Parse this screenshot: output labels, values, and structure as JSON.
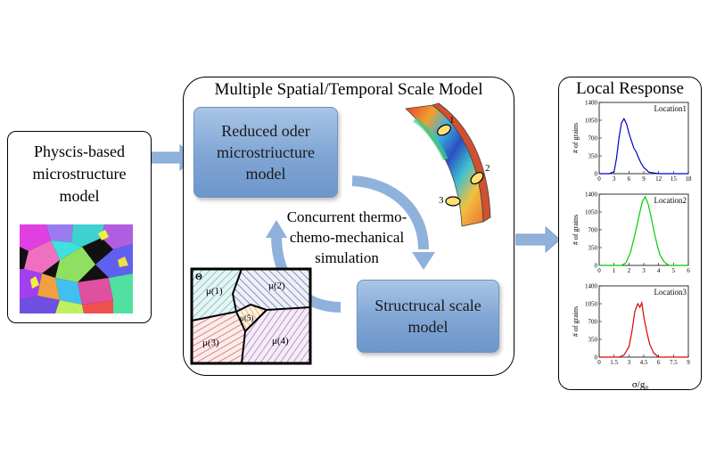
{
  "left": {
    "title_lines": [
      "Physcis-based",
      "microstructure",
      "model"
    ]
  },
  "middle": {
    "title": "Multiple Spatial/Temporal Scale Model",
    "reduced_box_lines": [
      "Reduced oder",
      "microstriucture",
      "model"
    ],
    "structural_box_lines": [
      "Structrucal scale",
      "model"
    ],
    "center_lines": [
      "Concurrent thermo-",
      "chemo-mechanical",
      "simulation"
    ],
    "grain_labels": [
      "Θ",
      "μ(1)",
      "μ(2)",
      "μ(3)",
      "μ(4)",
      "μ(5)"
    ],
    "location_markers": [
      "1",
      "2",
      "3"
    ]
  },
  "right": {
    "title": "Local Response",
    "xlabel": "σ/g₀"
  },
  "colors": {
    "arrow_blue": "#8fb2dc",
    "box_blue": "#7fa5d4",
    "location1": "#0000cc",
    "location2": "#00cc00",
    "location3": "#dd0000"
  },
  "chart_data": [
    {
      "type": "line",
      "title": "Location1",
      "ylabel": "# of grains",
      "ylim": [
        0,
        1400
      ],
      "xlim": [
        0,
        18
      ],
      "xticks": [
        0,
        3,
        6,
        9,
        12,
        15,
        18
      ],
      "yticks": [
        0,
        350,
        700,
        1050,
        1400
      ],
      "color": "#0000cc",
      "x": [
        0,
        2,
        3,
        3.5,
        4,
        4.5,
        5,
        5.5,
        6,
        6.5,
        7,
        7.5,
        8,
        8.5,
        9,
        10,
        12,
        18
      ],
      "y": [
        0,
        0,
        40,
        300,
        700,
        1000,
        1080,
        980,
        800,
        650,
        500,
        420,
        300,
        200,
        120,
        30,
        0,
        0
      ]
    },
    {
      "type": "line",
      "title": "Location2",
      "ylabel": "# of grains",
      "ylim": [
        0,
        1400
      ],
      "xlim": [
        0,
        6
      ],
      "xticks": [
        0,
        1,
        2,
        3,
        4,
        5,
        6
      ],
      "yticks": [
        0,
        350,
        700,
        1050,
        1400
      ],
      "color": "#00cc00",
      "x": [
        0,
        1.5,
        1.8,
        2.1,
        2.4,
        2.7,
        2.9,
        3.1,
        3.3,
        3.5,
        3.7,
        3.9,
        4.1,
        4.4,
        4.7,
        6
      ],
      "y": [
        0,
        0,
        50,
        250,
        600,
        1000,
        1250,
        1350,
        1200,
        950,
        650,
        400,
        200,
        60,
        0,
        0
      ]
    },
    {
      "type": "line",
      "title": "Location3",
      "ylabel": "# of grains",
      "ylim": [
        0,
        1400
      ],
      "xlim": [
        0,
        9
      ],
      "xticks": [
        0,
        1.5,
        3,
        4.5,
        6,
        7.5,
        9
      ],
      "xtick_labels": [
        "0",
        "1.5",
        "3",
        "4.5",
        "6",
        "7.5",
        "9"
      ],
      "yticks": [
        0,
        350,
        700,
        1050,
        1400
      ],
      "color": "#dd0000",
      "x": [
        0,
        2,
        2.5,
        3,
        3.3,
        3.6,
        3.9,
        4.1,
        4.3,
        4.5,
        4.8,
        5.1,
        5.5,
        6,
        9
      ],
      "y": [
        0,
        0,
        40,
        200,
        500,
        900,
        1050,
        980,
        1070,
        800,
        500,
        250,
        80,
        0,
        0
      ]
    }
  ]
}
